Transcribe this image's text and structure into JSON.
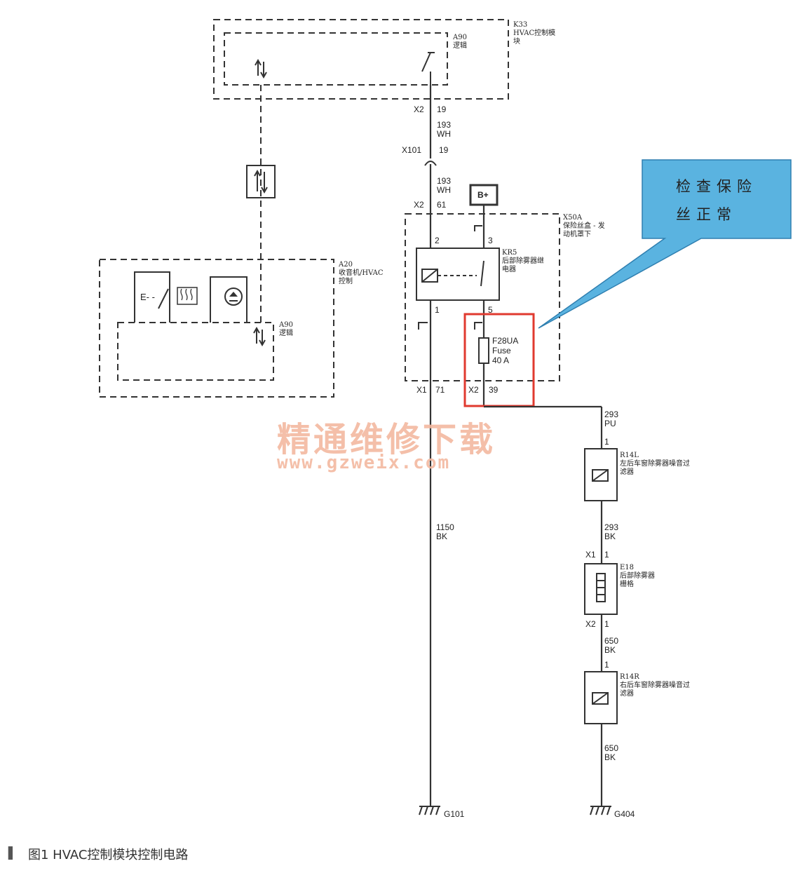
{
  "modules": {
    "k33": {
      "id": "K33",
      "name": "HVAC控制模块"
    },
    "k33_a90": {
      "id": "A90",
      "name": "逻辑"
    },
    "a20": {
      "id": "A20",
      "name": "收音机/HVAC控制"
    },
    "a20_a90": {
      "id": "A90",
      "name": "逻辑"
    },
    "x50a": {
      "id": "X50A",
      "name": "保险丝盒 - 发动机罩下"
    },
    "kr5": {
      "id": "KR5",
      "name": "后部除雾器继电器"
    },
    "r14l": {
      "id": "R14L",
      "name": "左后车窗除雾器噪音过滤器"
    },
    "e18": {
      "id": "E18",
      "name": "后部除雾器栅格"
    },
    "r14r": {
      "id": "R14R",
      "name": "右后车窗除雾器噪音过滤器"
    }
  },
  "labels": {
    "k33_conn": "X2",
    "k33_pin": "19",
    "wire1_num": "193",
    "wire1_color": "WH",
    "x101": "X101",
    "x101_pin": "19",
    "wire2_num": "193",
    "wire2_color": "WH",
    "x2_61_conn": "X2",
    "x2_61_pin": "61",
    "bplus": "B+",
    "relay_pin2": "2",
    "relay_pin3": "3",
    "relay_pin1": "1",
    "relay_pin5": "5",
    "fuse_id": "F28UA",
    "fuse_word": "Fuse",
    "fuse_rating": "40 A",
    "x1_71_conn": "X1",
    "x1_71_pin": "71",
    "x2_39_conn": "X2",
    "x2_39_pin": "39",
    "wire3_num": "293",
    "wire3_color": "PU",
    "r14l_pin": "1",
    "wire4_num": "293",
    "wire4_color": "BK",
    "e18_top_conn": "X1",
    "e18_top_pin": "1",
    "e18_bot_conn": "X2",
    "e18_bot_pin": "1",
    "wire5_num": "650",
    "wire5_color": "BK",
    "r14r_pin": "1",
    "wire6_num": "650",
    "wire6_color": "BK",
    "wire7_num": "1150",
    "wire7_color": "BK",
    "g101": "G101",
    "g404": "G404",
    "e_switch": "E- -"
  },
  "callout": {
    "line1": "检查保险",
    "line2": "丝正常",
    "fill": "#5ab3e0"
  },
  "highlight_color": "#e03a2f",
  "watermark": {
    "cn": "精通维修下载",
    "url": "www.gzweix.com",
    "color": "#f3b9a0"
  },
  "caption": {
    "mark": "▌",
    "text": "图1   HVAC控制模块控制电路"
  }
}
